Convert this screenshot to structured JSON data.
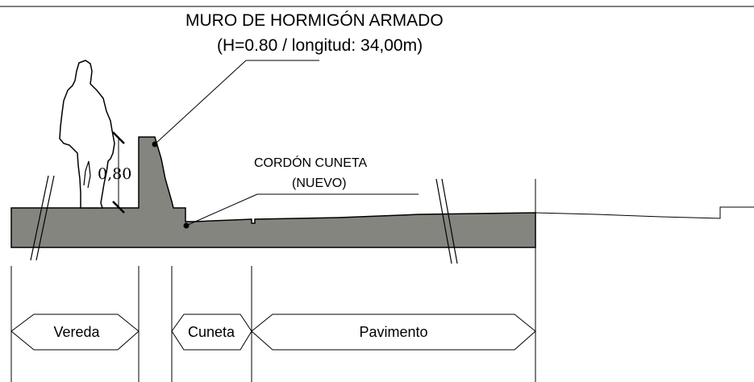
{
  "labels": {
    "wall_title": "MURO DE HORMIGÓN ARMADO",
    "wall_subtitle": "(H=0.80 / longitud: 34,00m)",
    "curb_title": "CORDÓN CUNETA",
    "curb_subtitle": "(NUEVO)",
    "height_dim": "0,80"
  },
  "zones": [
    {
      "label": "Vereda"
    },
    {
      "label": "Cuneta"
    },
    {
      "label": "Pavimento"
    }
  ],
  "colors": {
    "concrete_fill": "#858580",
    "line": "#000000",
    "background": "#ffffff"
  }
}
